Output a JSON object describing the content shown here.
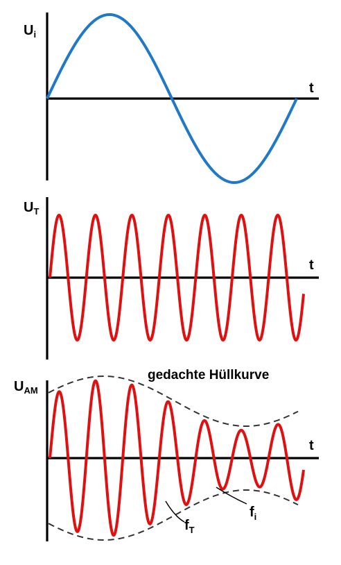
{
  "panels": {
    "info": {
      "ylabel_main": "U",
      "ylabel_sub": "i",
      "xlabel": "t"
    },
    "carrier": {
      "ylabel_main": "U",
      "ylabel_sub": "T",
      "xlabel": "t"
    },
    "am": {
      "ylabel_main": "U",
      "ylabel_sub": "AM",
      "xlabel": "t",
      "envelope_label": "gedachte Hüllkurve",
      "carrier_ann_main": "f",
      "carrier_ann_sub": "T",
      "info_ann_main": "f",
      "info_ann_sub": "i"
    }
  },
  "colors": {
    "info_signal": "#1f78c8",
    "carrier_signal": "#e01010",
    "axes": "#000000",
    "envelope": "#333333"
  }
}
